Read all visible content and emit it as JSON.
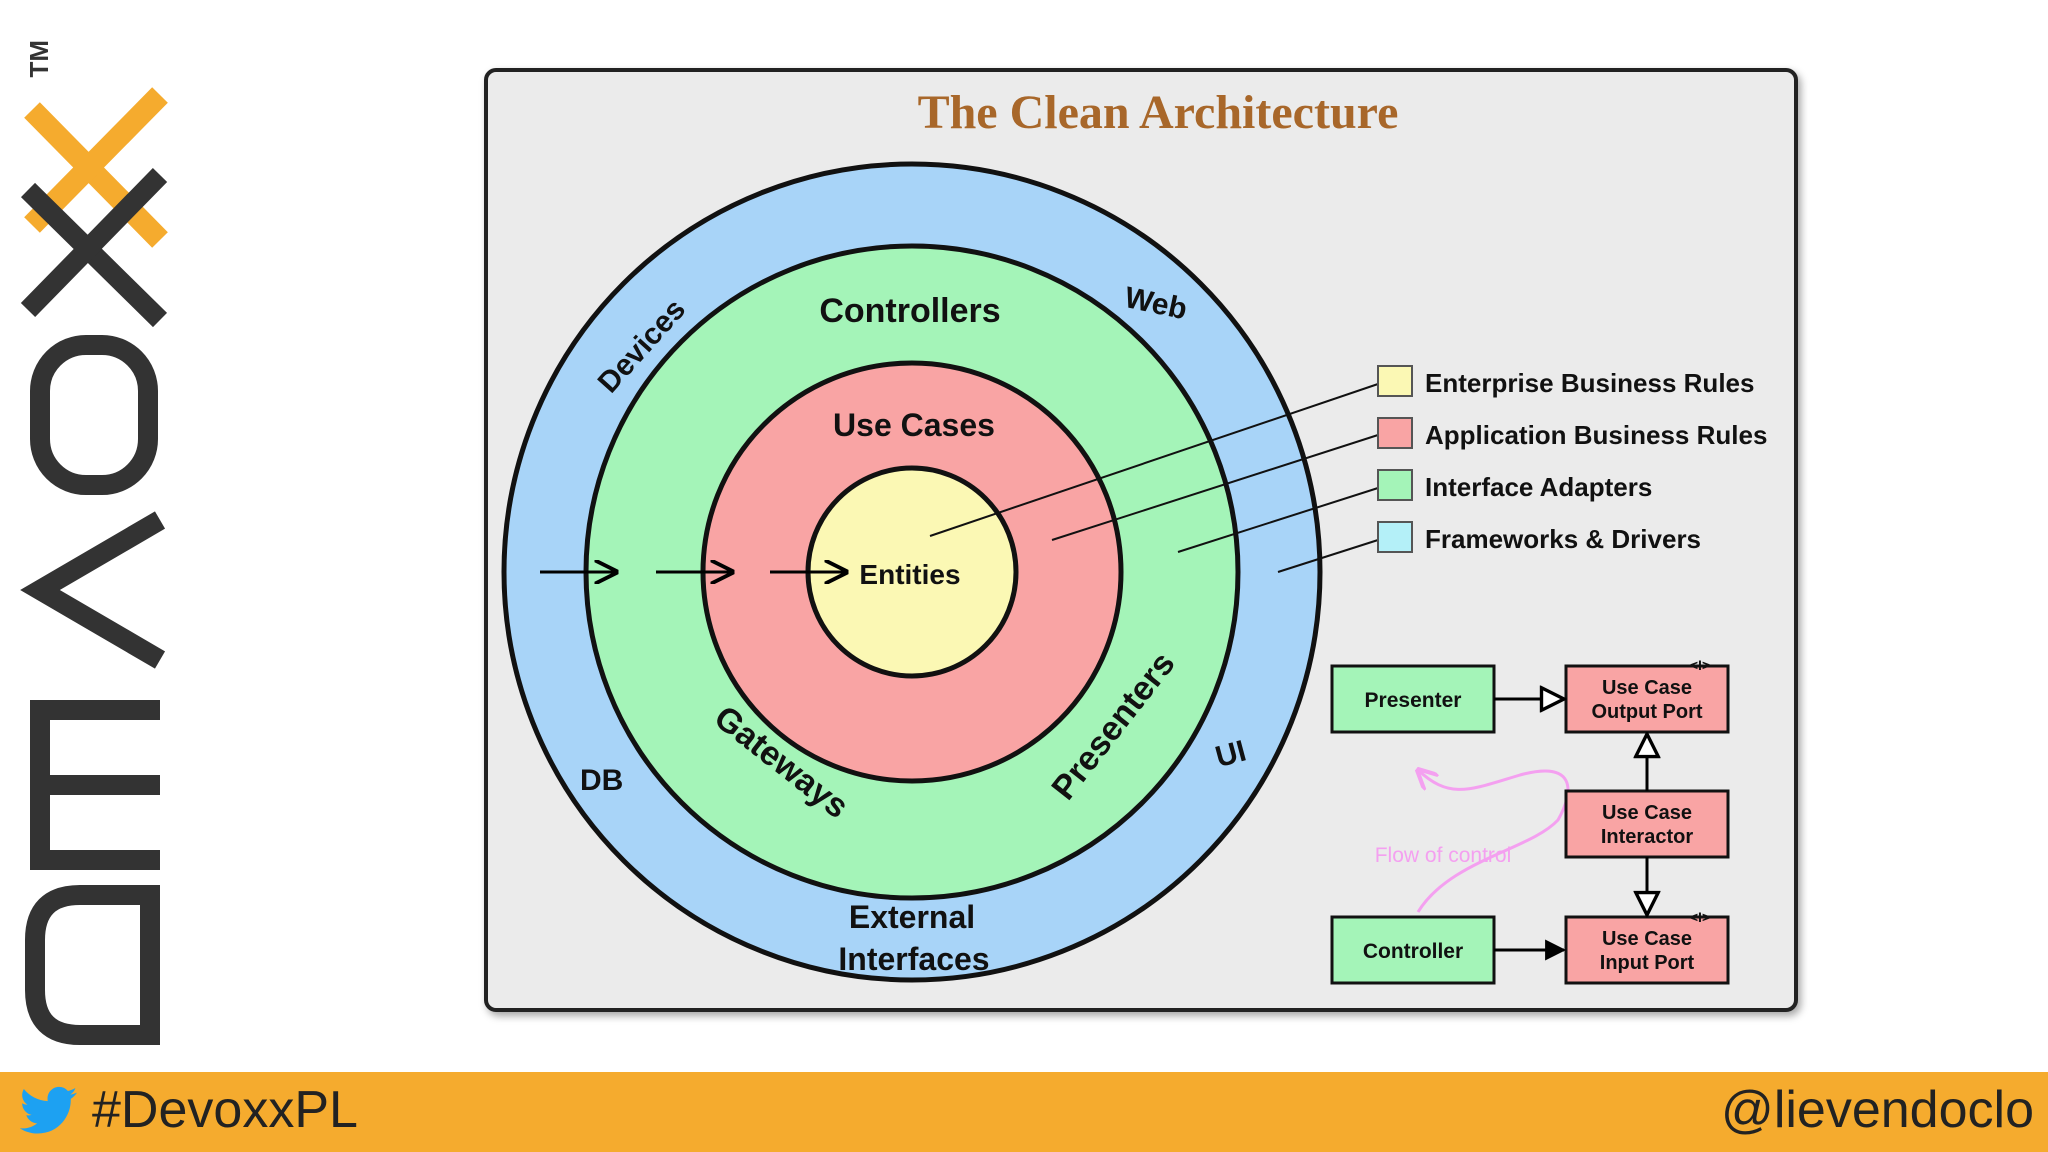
{
  "slide": {
    "logo_text": "DEVOXX",
    "logo_trademark": "TM",
    "footer": {
      "hashtag": "#DevoxxPL",
      "handle": "@lievendoclo",
      "icon": "twitter-bird-icon"
    },
    "colors": {
      "footer_bg": "#f5ab2e",
      "accent_orange": "#f5ab2e",
      "logo_dark": "#333333"
    }
  },
  "diagram": {
    "title": "The Clean Architecture",
    "rings": {
      "outer_labels": [
        "Devices",
        "Web",
        "UI",
        "DB",
        "External",
        "Interfaces"
      ],
      "controllers": "Controllers",
      "gateways": "Gateways",
      "presenters": "Presenters",
      "use_cases": "Use Cases",
      "entities": "Entities"
    },
    "legend": [
      {
        "label": "Enterprise Business Rules",
        "color": "#fbf8b4"
      },
      {
        "label": "Application Business Rules",
        "color": "#f9a4a4"
      },
      {
        "label": "Interface Adapters",
        "color": "#a4f4b8"
      },
      {
        "label": "Frameworks & Drivers",
        "color": "#b4f0f8"
      }
    ],
    "flow": {
      "presenter": "Presenter",
      "controller": "Controller",
      "output_port": [
        "Use Case",
        "Output Port"
      ],
      "interactor": [
        "Use Case",
        "Interactor"
      ],
      "input_port": [
        "Use Case",
        "Input Port"
      ],
      "interface_mark": "<I>",
      "flow_label": "Flow of control"
    },
    "colors": {
      "title": "#a8672a",
      "blue_ring": "#a8d4f8",
      "green_ring": "#a4f4b8",
      "red_ring": "#f9a4a4",
      "yellow_core": "#fbf8b4",
      "flow_pink": "#f4a0f0",
      "panel_bg": "#ebebeb"
    }
  }
}
